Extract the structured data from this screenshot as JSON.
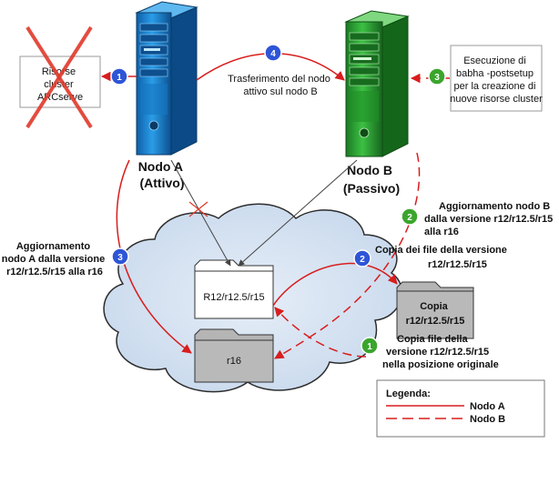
{
  "colors": {
    "node_a": "#d81d1d",
    "node_b": "#d81d1d",
    "blue_badge": "#2e55d6",
    "green_badge": "#3ba52d",
    "server_blue": "#1e8fd8",
    "server_green": "#2ea533",
    "cloud_fill": "#d3e1f1",
    "folder_white": "#ffffff",
    "folder_gray": "#b9b9b9"
  },
  "icons": {
    "resources_box": "cross-icon",
    "line_cross": "cross-icon"
  },
  "left_box": {
    "lines": [
      "Risorse",
      "cluster",
      "ARCserve"
    ]
  },
  "right_box": {
    "lines": [
      "Esecuzione di",
      "babha -postsetup",
      "per la creazione di",
      "nuove risorse cluster"
    ]
  },
  "node_a": {
    "line1": "Nodo A",
    "line2": "(Attivo)"
  },
  "node_b": {
    "line1": "Nodo B",
    "line2": "(Passivo)"
  },
  "transfer": {
    "line1": "Trasferimento del nodo",
    "line2": "attivo sul nodo B"
  },
  "upgrade_b": {
    "line1": "Aggiornamento nodo B",
    "line2": "dalla versione r12/r12.5/r15",
    "line3": "alla r16"
  },
  "upgrade_a": {
    "line1": "Aggiornamento",
    "line2": "nodo A dalla versione",
    "line3": "r12/r12.5/r15 alla r16"
  },
  "copy_files": {
    "line1": "Copia dei file della versione",
    "line2": "r12/r12.5/r15"
  },
  "restore_files": {
    "line1": "Copia file della",
    "line2": "versione r12/r12.5/r15",
    "line3": "nella posizione originale"
  },
  "folders": {
    "old_version": "R12/r12.5/r15",
    "new_version": "r16",
    "copy_line1": "Copia",
    "copy_line2": "r12/r12.5/r15"
  },
  "badges": {
    "blue_1": "1",
    "blue_2": "2",
    "blue_3": "3",
    "blue_4": "4",
    "green_1": "1",
    "green_2": "2",
    "green_3": "3"
  },
  "legend": {
    "title": "Legenda:",
    "node_a": "Nodo A",
    "node_b": "Nodo B"
  }
}
